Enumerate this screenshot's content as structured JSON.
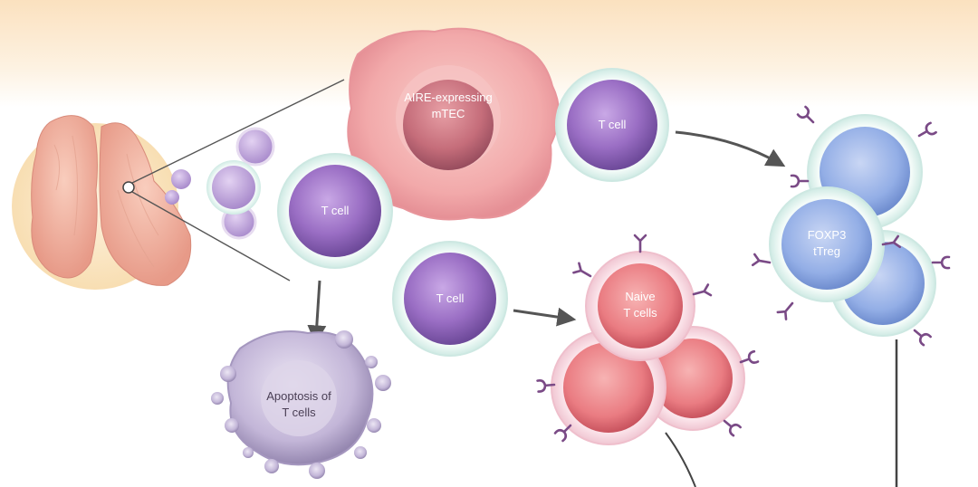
{
  "labels": {
    "aire": [
      "AIRE-expressing",
      "mTEC"
    ],
    "t_cell_top": "T cell",
    "t_cell_left": "T cell",
    "t_cell_mid": "T cell",
    "naive": [
      "Naive",
      "T cells"
    ],
    "treg": [
      "FOXP3",
      "tTreg"
    ],
    "apoptosis": [
      "Apoptosis of",
      "T cells"
    ]
  },
  "colors": {
    "background_top": "#fbe3c4",
    "thymus": "#f4b8a6",
    "thymus_bg": "#fbe8c6",
    "aire_cell": "#f0a3a6",
    "aire_nucleus": "#b85c6c",
    "t_cell": "#9a6ec4",
    "t_cell_halo": "#dff2ee",
    "naive_cell": "#e8707a",
    "treg_cell": "#8ea8e0",
    "apoptotic": "#b9aed0",
    "receptor": "#7a4a86",
    "arrow": "#555555"
  }
}
